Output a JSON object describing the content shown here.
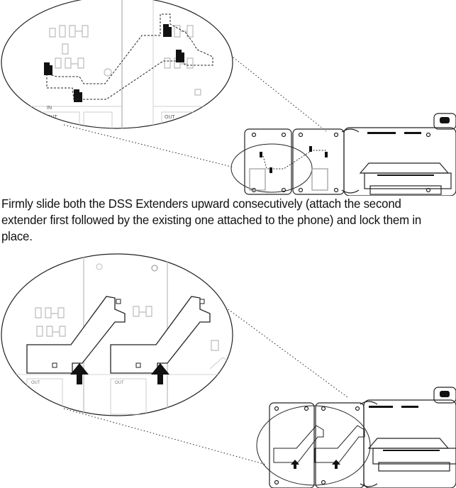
{
  "step1": {
    "callout_labels": {
      "in": "IN",
      "out": "OUT",
      "out_right": "OUT"
    }
  },
  "instruction": {
    "text": "Firmly slide both the DSS Extenders upward consecutively (attach the second extender first followed by the existing one attached to the phone) and lock them in place."
  },
  "step2": {
    "callout_labels": {
      "out_left": "OUT",
      "out_right": "OUT"
    },
    "arrow_icons": [
      "up-arrow-icon",
      "up-arrow-icon"
    ]
  }
}
